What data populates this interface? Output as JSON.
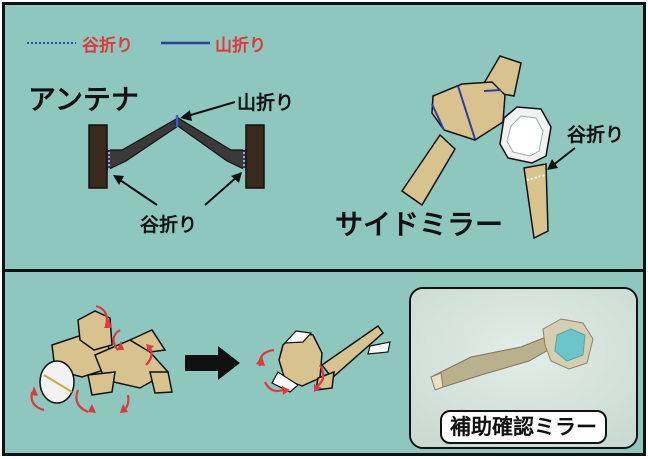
{
  "legend": {
    "valley_fold": "谷折り",
    "mountain_fold": "山折り",
    "valley_fold_color": "#2b50b5",
    "mountain_fold_color": "#2b3fa3",
    "text_color": "#e0393c"
  },
  "antenna": {
    "title": "アンテナ",
    "mountain_fold_label": "山折り",
    "valley_fold_label": "谷折り"
  },
  "side_mirror": {
    "title": "サイドミラー",
    "valley_fold_label": "谷折り"
  },
  "assist_mirror": {
    "title": "補助確認ミラー"
  },
  "colors": {
    "background": "#8ec7be",
    "paper": "#d8c38e",
    "border": "#111111",
    "arrow_red": "#e0393c"
  }
}
